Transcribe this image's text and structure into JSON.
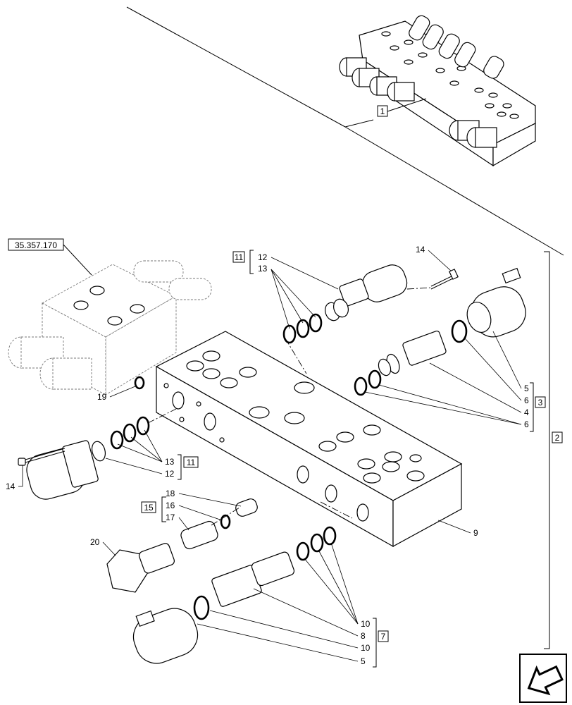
{
  "reference_code": "35.357.170",
  "group_labels": {
    "assembly": "1",
    "kit_main": "2",
    "kit_coil_right": "3",
    "kit_coil_lower": "7",
    "kit_solenoid_a": "11",
    "kit_solenoid_b": "11",
    "kit_plug": "15"
  },
  "callouts": {
    "c12_top": "12",
    "c13_top": "13",
    "c14_top": "14",
    "c5_right": "5",
    "c6_right_a": "6",
    "c4_right": "4",
    "c6_right_b": "6",
    "c19": "19",
    "c13_left": "13",
    "c12_left": "12",
    "c14_left": "14",
    "c18": "18",
    "c16": "16",
    "c17": "17",
    "c20": "20",
    "c9": "9",
    "c10_a": "10",
    "c8": "8",
    "c10_b": "10",
    "c5_bottom": "5"
  }
}
